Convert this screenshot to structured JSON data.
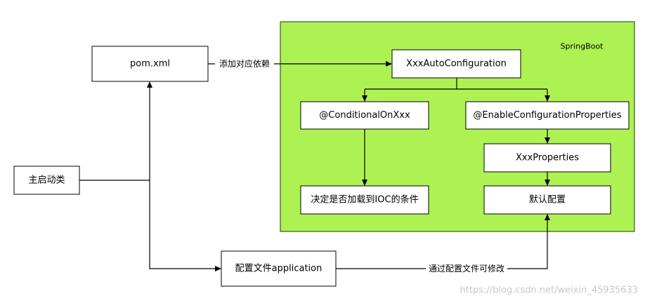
{
  "container": {
    "label": "SpringBoot",
    "fill": "#adf252",
    "stroke": "#3a5a1a"
  },
  "nodes": {
    "pom": "pom.xml",
    "auto_config": "XxxAutoConfiguration",
    "conditional": "@ConditionalOnXxx",
    "enable_props": "@EnableConfigurationProperties",
    "properties": "XxxProperties",
    "decide": "决定是否加载到IOC的条件",
    "default_config": "默认配置",
    "main_class": "主启动类",
    "config_file": "配置文件application"
  },
  "edges": {
    "pom_to_auto": "添加对应依赖",
    "config_to_default": "通过配置文件可修改"
  },
  "watermark": "https://blog.csdn.net/weixin_45935633",
  "colors": {
    "line": "#000000",
    "box_fill": "#ffffff",
    "watermark": "#c8c8c8"
  }
}
